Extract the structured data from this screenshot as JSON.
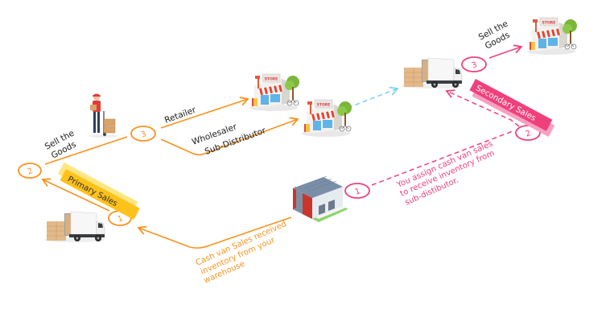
{
  "colors": {
    "primary_flow": "#f7931e",
    "secondary_flow": "#f0407a",
    "transfer_flow": "#7fd3f2",
    "primary_badge": "#ffc21a",
    "secondary_badge": "#f0407a"
  },
  "badges": {
    "primary": "Primary Sales",
    "secondary": "Secondary Sales"
  },
  "primary_flow": {
    "step1": "1",
    "step2": "2",
    "step3": "3",
    "sell_line1": "Sell the",
    "sell_line2": "Goods",
    "retailer": "Retailer",
    "wholesaler_line1": "Wholesaler",
    "wholesaler_line2": "Sub-Distributor",
    "cash_van_line1": "Cash van Sales received",
    "cash_van_line2": "inventory from your",
    "cash_van_line3": "warehouse"
  },
  "secondary_flow": {
    "step1": "1",
    "step2": "2",
    "step3": "3",
    "sell_line1": "Sell the",
    "sell_line2": "Goods",
    "assign_line1": "You assign cash van sales",
    "assign_line2": "to receive inventory from",
    "assign_line3": "sub-distibutor."
  },
  "icons": {
    "warehouse": "warehouse-icon",
    "truck_primary": "delivery-truck-icon",
    "truck_secondary": "delivery-truck-icon",
    "delivery_person": "delivery-person-icon",
    "store_retailer": "store-icon",
    "store_subdistributor": "store-icon",
    "store_secondary": "store-icon"
  }
}
